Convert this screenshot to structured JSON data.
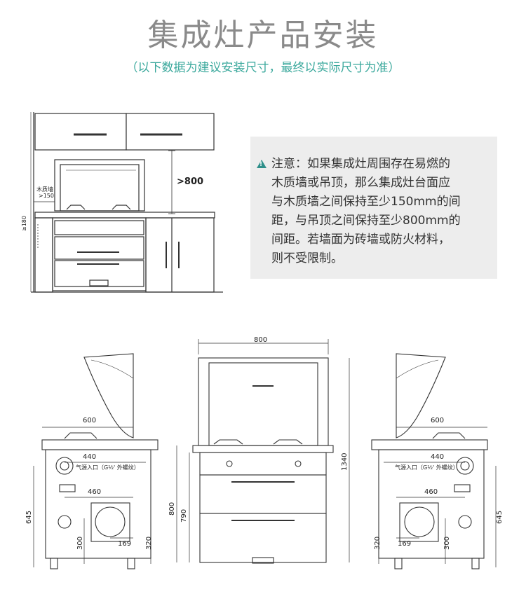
{
  "header": {
    "title": "集成灶产品安装",
    "subtitle": "（以下数据为建议安装尺寸，最终以实际尺寸为准）"
  },
  "note": {
    "icon": "warning-icon",
    "lines": [
      "注意：如果集成灶周围存在易燃的",
      "木质墙或吊顶，那么集成灶台面应",
      "与木质墙之间保持至少150mm的间",
      "距，与吊顶之间保持至少800mm的",
      "间距。若墙面为砖墙或防火材料，",
      "则不受限制。"
    ]
  },
  "install_diagram": {
    "label_wood_wall": "木质墙",
    "label_150": ">150",
    "label_800": ">800",
    "label_180": "≥180"
  },
  "front_view": {
    "width": "800",
    "height_total": "1340",
    "height_body": "800",
    "height_inner": "790"
  },
  "side_left": {
    "depth": "600",
    "gas_span": "440",
    "gas_label": "气源入口（G½' 外螺纹）",
    "duct_span": "460",
    "height": "645",
    "v300": "300",
    "h169": "169",
    "v320": "320"
  },
  "side_right": {
    "depth": "600",
    "gas_span": "440",
    "gas_label": "气源入口（G½' 外螺纹）",
    "duct_span": "460",
    "height": "645",
    "v300": "300",
    "h169": "169",
    "v320": "320"
  }
}
